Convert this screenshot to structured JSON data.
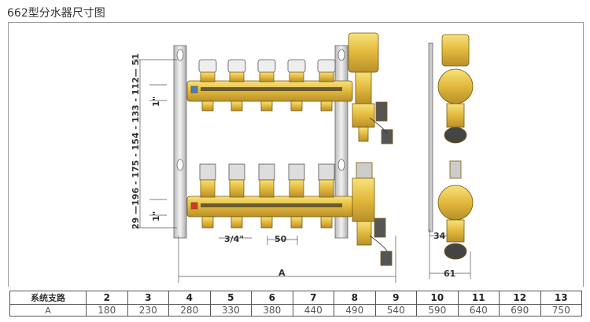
{
  "title": "662型分水器尺寸图",
  "dimensions": {
    "vertical_chain": "29 —196 - 175 - 154 - 133 - 112— 51",
    "v29": "29",
    "v_series": "196 - 175 - 154 - 133 - 112",
    "v51": "51",
    "pipe_top": "1\"",
    "pipe_bottom": "1\"",
    "outlet": "3/4\"",
    "spacing": "50",
    "length": "A",
    "side_depth": "34",
    "side_width": "61"
  },
  "table": {
    "header_label": "系统支路",
    "row_label": "A",
    "branches": [
      "2",
      "3",
      "4",
      "5",
      "6",
      "7",
      "8",
      "9",
      "10",
      "11",
      "12",
      "13"
    ],
    "a_values": [
      "180",
      "230",
      "280",
      "330",
      "380",
      "440",
      "490",
      "540",
      "590",
      "640",
      "690",
      "750"
    ]
  },
  "colors": {
    "brass": "#e8c24a",
    "brass_dark": "#b8902a",
    "steel": "#d8d8d8",
    "red": "#d9362a",
    "blue": "#3a7fd0"
  }
}
